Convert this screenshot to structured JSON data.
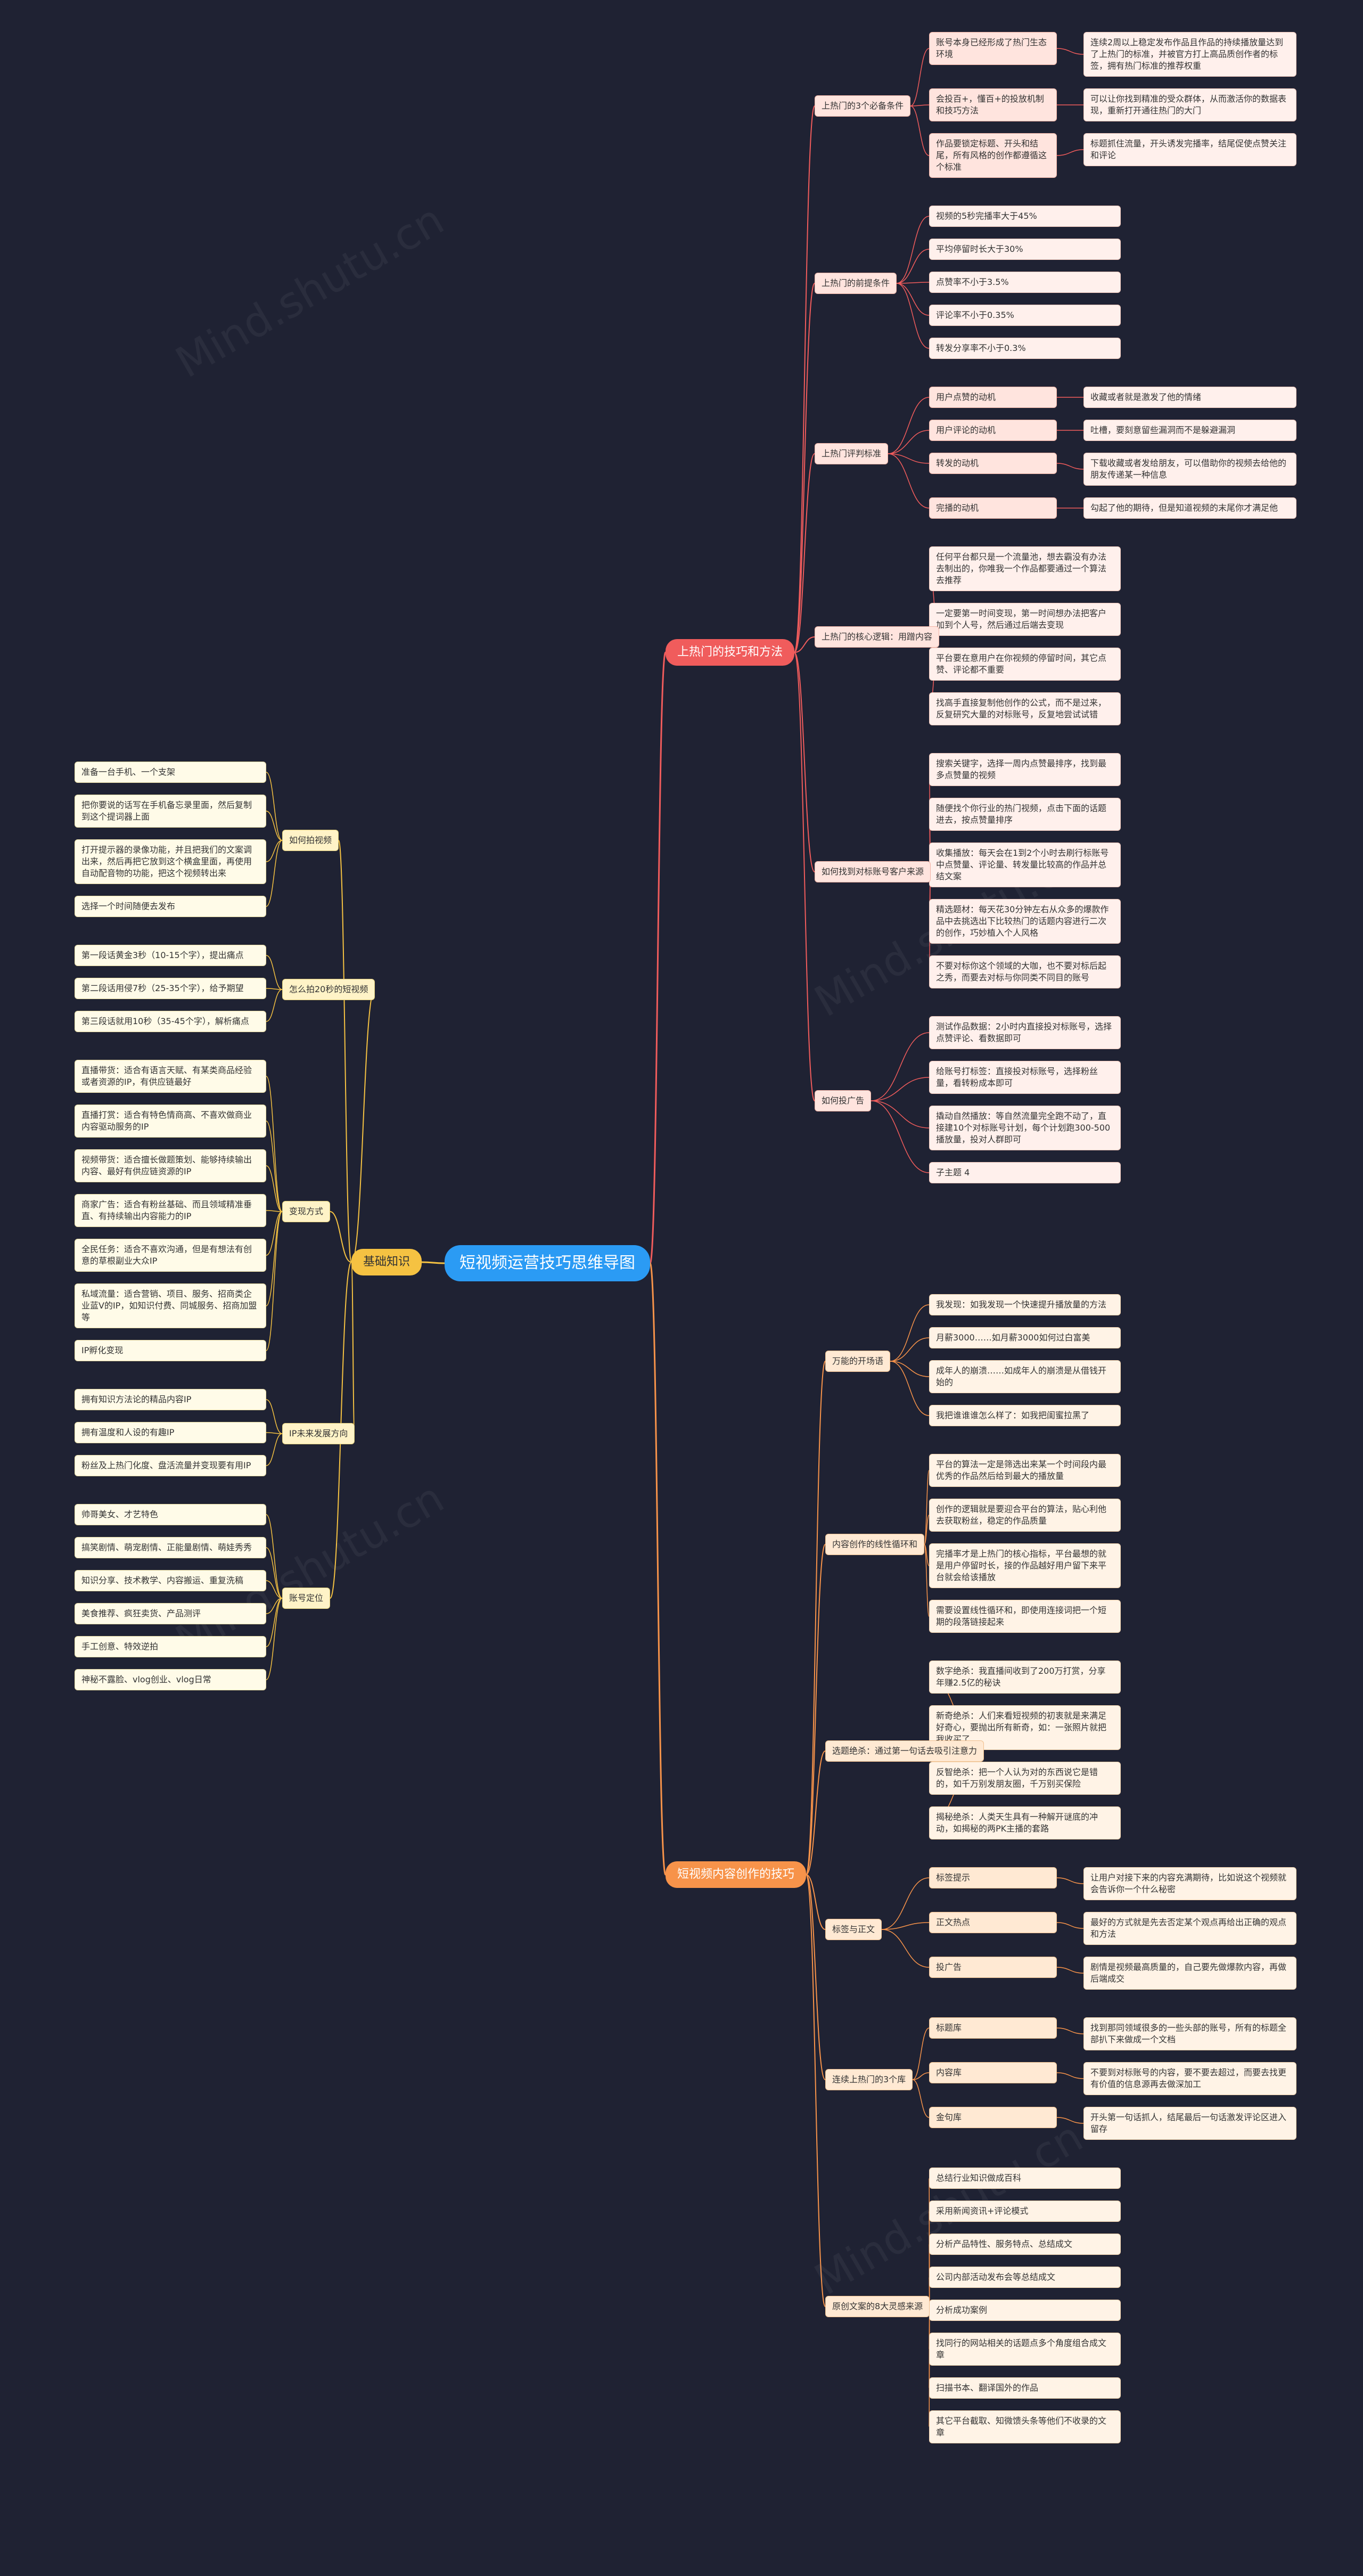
{
  "colors": {
    "background": "#1f2233",
    "root": "#2b9bf4",
    "branch_red": "#f05c5c",
    "branch_orange": "#f7934a",
    "branch_yellow": "#f5c242"
  },
  "watermark": "Mind.shutu.cn",
  "root": {
    "label": "短视频运营技巧思维导图"
  },
  "branches": {
    "hot": {
      "label": "上热门的技巧和方法",
      "groups": [
        {
          "label": "上热门的3个必备条件",
          "items": [
            {
              "text": "账号本身已经形成了热门生态环境",
              "sub": [
                "连续2周以上稳定发布作品且作品的持续播放量达到了上热门的标准，并被官方打上高品质创作者的标签，拥有热门标准的推荐权重"
              ]
            },
            {
              "text": "会投百+，懂百+的投放机制和技巧方法",
              "sub": [
                "可以让你找到精准的受众群体，从而激活你的数据表现，重新打开通往热门的大门"
              ]
            },
            {
              "text": "作品要锁定标题、开头和结尾，所有风格的创作都遵循这个标准",
              "sub": [
                "标题抓住流量，开头诱发完播率，结尾促使点赞关注和评论"
              ]
            }
          ]
        },
        {
          "label": "上热门的前提条件",
          "items": [
            {
              "text": "视频的5秒完播率大于45%"
            },
            {
              "text": "平均停留时长大于30%"
            },
            {
              "text": "点赞率不小于3.5%"
            },
            {
              "text": "评论率不小于0.35%"
            },
            {
              "text": "转发分享率不小于0.3%"
            }
          ]
        },
        {
          "label": "上热门评判标准",
          "items": [
            {
              "text": "用户点赞的动机",
              "sub": [
                "收藏或者就是激发了他的情绪"
              ]
            },
            {
              "text": "用户评论的动机",
              "sub": [
                "吐槽，要刻意留些漏洞而不是躲避漏洞"
              ]
            },
            {
              "text": "转发的动机",
              "sub": [
                "下载收藏或者发给朋友，可以借助你的视频去给他的朋友传递某一种信息"
              ]
            },
            {
              "text": "完播的动机",
              "sub": [
                "勾起了他的期待，但是知道视频的末尾你才满足他"
              ]
            }
          ]
        },
        {
          "label": "上热门的核心逻辑：用蹭内容",
          "items": [
            {
              "text": "任何平台都只是一个流量池，想去霸没有办法去制出的，你唯我一个作品都要通过一个算法去推荐"
            },
            {
              "text": "一定要第一时间变现，第一时间想办法把客户加到个人号，然后通过后端去变现"
            },
            {
              "text": "平台要在意用户在你视频的停留时间，其它点赞、评论都不重要"
            },
            {
              "text": "找高手直接复制他创作的公式，而不是过来，反复研究大量的对标账号，反复地尝试试错"
            }
          ]
        },
        {
          "label": "如何找到对标账号客户来源",
          "items": [
            {
              "text": "搜索关键字，选择一周内点赞最排序，找到最多点赞量的视频"
            },
            {
              "text": "随便找个你行业的热门视频，点击下面的话题进去，按点赞量排序"
            },
            {
              "text": "收集播放：每天会在1到2个小时去刷行标账号中点赞量、评论量、转发量比较高的作品并总结文案"
            },
            {
              "text": "精选题材：每天花30分钟左右从众多的爆款作品中去挑选出下比较热门的话题内容进行二次的创作，巧妙植入个人风格"
            },
            {
              "text": "不要对标你这个领域的大咖，也不要对标后起之秀，而要去对标与你同类不同目的账号"
            }
          ]
        },
        {
          "label": "如何投广告",
          "items": [
            {
              "text": "测试作品数据：2小时内直接投对标账号，选择点赞评论、看数据即可"
            },
            {
              "text": "给账号打标签：直接投对标账号，选择粉丝量，看转粉成本即可"
            },
            {
              "text": "撬动自然播放：等自然流量完全跑不动了，直接建10个对标账号计划，每个计划跑300-500播放量，投对人群即可"
            },
            {
              "text": "子主题 4"
            }
          ]
        }
      ]
    },
    "content": {
      "label": "短视频内容创作的技巧",
      "groups": [
        {
          "label": "万能的开场语",
          "items": [
            {
              "text": "我发现：如我发现一个快速提升播放量的方法"
            },
            {
              "text": "月薪3000……如月薪3000如何过白富美"
            },
            {
              "text": "成年人的崩溃……如成年人的崩溃是从借钱开始的"
            },
            {
              "text": "我把谁谁谁怎么样了：如我把闺蜜拉黑了"
            }
          ]
        },
        {
          "label": "内容创作的线性循环和",
          "items": [
            {
              "text": "平台的算法一定是筛选出来某一个时间段内最优秀的作品然后给到最大的播放量"
            },
            {
              "text": "创作的逻辑就是要迎合平台的算法，贴心利他去获取粉丝，稳定的作品质量"
            },
            {
              "text": "完播率才是上热门的核心指标，平台最想的就是用户停留时长，接的作品越好用户留下来平台就会给该播放"
            },
            {
              "text": "需要设置线性循环和，即使用连接词把一个短期的段落链接起来"
            }
          ]
        },
        {
          "label": "选题绝杀：通过第一句话去吸引注意力",
          "items": [
            {
              "text": "数字绝杀：我直播间收到了200万打赏，分享年赚2.5亿的秘诀"
            },
            {
              "text": "新奇绝杀：人们来看短视频的初衷就是来满足好奇心，要抛出所有新奇，如：一张照片就把我收买了"
            },
            {
              "text": "反智绝杀：把一个人认为对的东西说它是错的，如千万别发朋友圈，千万别买保险"
            },
            {
              "text": "揭秘绝杀：人类天生具有一种解开谜底的冲动，如揭秘的两PK主播的套路"
            }
          ]
        },
        {
          "label": "标签与正文",
          "items": [
            {
              "text": "标签提示",
              "sub": [
                "让用户对接下来的内容充满期待，比如说这个视频就会告诉你一个什么秘密"
              ]
            },
            {
              "text": "正文热点",
              "sub": [
                "最好的方式就是先去否定某个观点再给出正确的观点和方法"
              ]
            },
            {
              "text": "投广告",
              "sub": [
                "剧情是视频最高质量的，自己要先做爆款内容，再做后端成交"
              ]
            }
          ]
        },
        {
          "label": "连续上热门的3个库",
          "items": [
            {
              "text": "标题库",
              "sub": [
                "找到那同领域很多的一些头部的账号，所有的标题全部扒下来做成一个文档"
              ]
            },
            {
              "text": "内容库",
              "sub": [
                "不要到对标账号的内容，要不要去超过，而要去找更有价值的信息源再去做深加工"
              ]
            },
            {
              "text": "金句库",
              "sub": [
                "开头第一句话抓人，结尾最后一句话激发评论区进入留存"
              ]
            }
          ]
        },
        {
          "label": "原创文案的8大灵感来源",
          "items": [
            {
              "text": "总结行业知识做成百科"
            },
            {
              "text": "采用新闻资讯+评论模式"
            },
            {
              "text": "分析产品特性、服务特点、总结成文"
            },
            {
              "text": "公司内部活动发布会等总结成文"
            },
            {
              "text": "分析成功案例"
            },
            {
              "text": "找同行的网站相关的话题点多个角度组合成文章"
            },
            {
              "text": "扫描书本、翻译国外的作品"
            },
            {
              "text": "其它平台截取、知微馈头条等他们不收录的文章"
            }
          ]
        }
      ]
    },
    "basics": {
      "label": "基础知识",
      "groups": [
        {
          "label": "如何拍视频",
          "items": [
            {
              "text": "准备一台手机、一个支架"
            },
            {
              "text": "把你要说的话写在手机备忘录里面，然后复制到这个提词器上面"
            },
            {
              "text": "打开提示器的录像功能，并且把我们的文案调出来，然后再把它放到这个横盒里面，再使用自动配音物的功能，把这个视频转出来"
            },
            {
              "text": "选择一个时间随便去发布"
            }
          ]
        },
        {
          "label": "怎么拍20秒的短视频",
          "items": [
            {
              "text": "第一段话黄金3秒（10-15个字），提出痛点"
            },
            {
              "text": "第二段话用侵7秒（25-35个字），给予期望"
            },
            {
              "text": "第三段话就用10秒（35-45个字），解析痛点"
            }
          ]
        },
        {
          "label": "变现方式",
          "items": [
            {
              "text": "直播带货：适合有语言天赋、有某类商品经验或者资源的IP，有供应链最好"
            },
            {
              "text": "直播打赏：适合有特色情商高、不喜欢做商业内容驱动服务的IP"
            },
            {
              "text": "视频带货：适合擅长做题策划、能够持续输出内容、最好有供应链资源的IP"
            },
            {
              "text": "商家广告：适合有粉丝基础、而且领域精准垂直、有持续输出内容能力的IP"
            },
            {
              "text": "全民任务：适合不喜欢沟通，但是有想法有创意的草根副业大众IP"
            },
            {
              "text": "私域流量：适合营销、项目、服务、招商类企业蓝V的IP，如知识付费、同城服务、招商加盟等"
            },
            {
              "text": "IP孵化变现"
            }
          ]
        },
        {
          "label": "IP未来发展方向",
          "items": [
            {
              "text": "拥有知识方法论的精品内容IP"
            },
            {
              "text": "拥有温度和人设的有趣IP"
            },
            {
              "text": "粉丝及上热门化度、盘活流量并变现要有用IP"
            }
          ]
        },
        {
          "label": "账号定位",
          "items": [
            {
              "text": "帅哥美女、才艺特色"
            },
            {
              "text": "搞笑剧情、萌宠剧情、正能量剧情、萌娃秀秀"
            },
            {
              "text": "知识分享、技术教学、内容搬运、重复洗稿"
            },
            {
              "text": "美食推荐、疯狂卖货、产品测评"
            },
            {
              "text": "手工创意、特效逆拍"
            },
            {
              "text": "神秘不露脸、vlog创业、vlog日常"
            }
          ]
        }
      ]
    }
  }
}
